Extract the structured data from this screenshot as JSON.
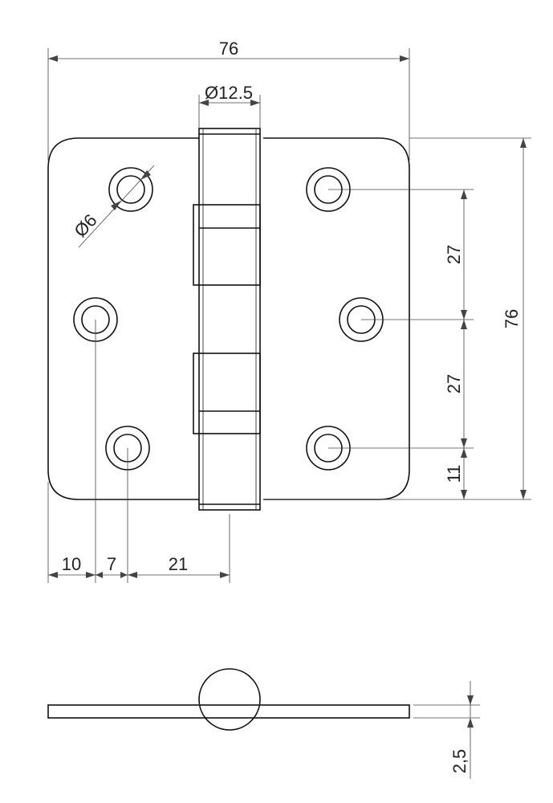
{
  "dimensions": {
    "overall_width": "76",
    "pin_diameter": "Ø12.5",
    "hole_diameter": "Ø6",
    "overall_height": "76",
    "hole_spacing_upper": "27",
    "hole_spacing_lower": "27",
    "bottom_hole_offset": "11",
    "edge_to_hole": "10",
    "hole_to_hole": "7",
    "hole_to_axis": "21",
    "leaf_thickness": "2,5"
  },
  "colors": {
    "line": "#111111",
    "dimension": "#444444",
    "background": "#ffffff"
  }
}
